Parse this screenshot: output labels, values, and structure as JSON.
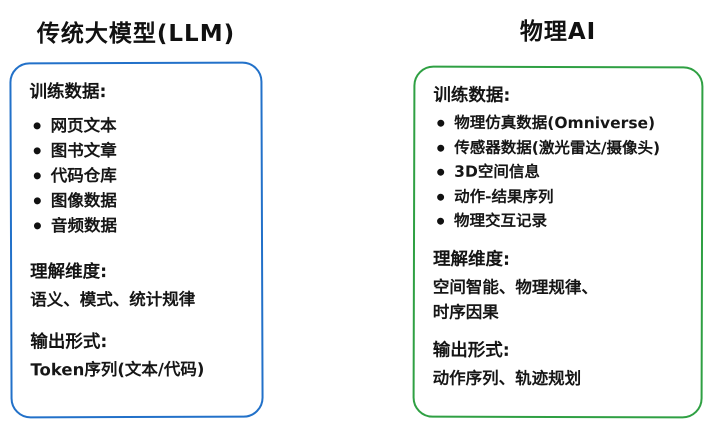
{
  "left_panel": {
    "title": "传统大模型(LLM)",
    "accent_color": "#2271c9",
    "training": {
      "heading": "训练数据:",
      "bullets": [
        "网页文本",
        "图书文章",
        "代码仓库",
        "图像数据",
        "音频数据"
      ]
    },
    "understanding": {
      "heading": "理解维度:",
      "lines": [
        "语义、模式、统计规律"
      ]
    },
    "output": {
      "heading": "输出形式:",
      "lines": [
        "Token序列(文本/代码)"
      ]
    }
  },
  "right_panel": {
    "title": "物理AI",
    "accent_color": "#2fa043",
    "training": {
      "heading": "训练数据:",
      "bullets": [
        "物理仿真数据(Omniverse)",
        "传感器数据(激光雷达/摄像头)",
        "3D空间信息",
        "动作-结果序列",
        "物理交互记录"
      ]
    },
    "understanding": {
      "heading": "理解维度:",
      "lines": [
        "空间智能、物理规律、",
        "时序因果"
      ]
    },
    "output": {
      "heading": "输出形式:",
      "lines": [
        "动作序列、轨迹规划"
      ]
    }
  }
}
